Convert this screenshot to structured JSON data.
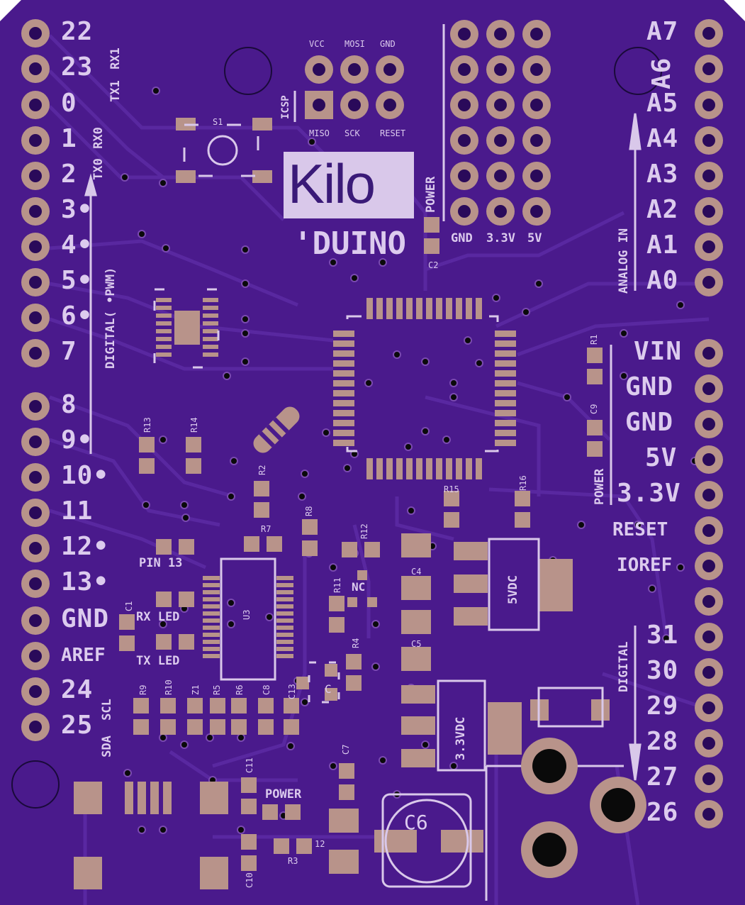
{
  "board": {
    "logo_text": "Kilo",
    "logo_subtext": "'DUINO",
    "colors": {
      "solder_mask": "#4a1a8c",
      "pad": "#b8938a",
      "silkscreen": "#d9c8ea",
      "hole": "#0a0a0a"
    }
  },
  "left_header": {
    "pins": [
      "22",
      "23",
      "0",
      "1",
      "2",
      "3•",
      "4•",
      "5•",
      "6•",
      "7",
      "8",
      "9•",
      "10•",
      "11",
      "12•",
      "13•",
      "GND",
      "AREF",
      "24",
      "25"
    ],
    "side_labels": [
      "RX1",
      "TX1",
      "RX0",
      "TX0",
      "SCL",
      "SDA"
    ],
    "vertical_label": "DIGITAL( •PWM)"
  },
  "icsp": {
    "title": "ICSP",
    "top": [
      "VCC",
      "MOSI",
      "GND"
    ],
    "bottom": [
      "MISO",
      "SCK",
      "RESET"
    ]
  },
  "power_header": {
    "label": "POWER",
    "bottom": [
      "GND",
      "3.3V",
      "5V"
    ]
  },
  "right_analog": {
    "pins": [
      "A7",
      "A6",
      "A5",
      "A4",
      "A3",
      "A2",
      "A1",
      "A0"
    ],
    "vertical_label": "ANALOG IN"
  },
  "right_power": {
    "pins": [
      "VIN",
      "GND",
      "GND",
      "5V",
      "3.3V",
      "RESET",
      "IOREF"
    ],
    "vertical_label": "POWER"
  },
  "right_digital": {
    "pins": [
      "31",
      "30",
      "29",
      "28",
      "27",
      "26"
    ],
    "vertical_label": "DIGITAL"
  },
  "leds": {
    "pin13": "PIN 13",
    "rx": "RX LED",
    "tx": "TX LED",
    "power": "POWER"
  },
  "regulators": {
    "r5v": "5VDC",
    "r33": "3.3VDC"
  },
  "refdes": {
    "s1": "S1",
    "c2": "C2",
    "r1": "R1",
    "c9": "C9",
    "r13": "R13",
    "r14": "R14",
    "r2": "R2",
    "r8": "R8",
    "r7": "R7",
    "r12": "R12",
    "r15": "R15",
    "r16": "R16",
    "c4": "C4",
    "c5": "C5",
    "r11": "R11",
    "nc": "NC",
    "u3": "U3",
    "c1": "C1",
    "r4": "R4",
    "c": "C",
    "r9": "R9",
    "r10": "R10",
    "z1": "Z1",
    "r5": "R5",
    "r6": "R6",
    "c8": "C8",
    "c13": "C13",
    "c7": "C7",
    "c11": "C11",
    "c10": "C10",
    "r3": "R3",
    "l2": "12",
    "c6": "C6"
  }
}
